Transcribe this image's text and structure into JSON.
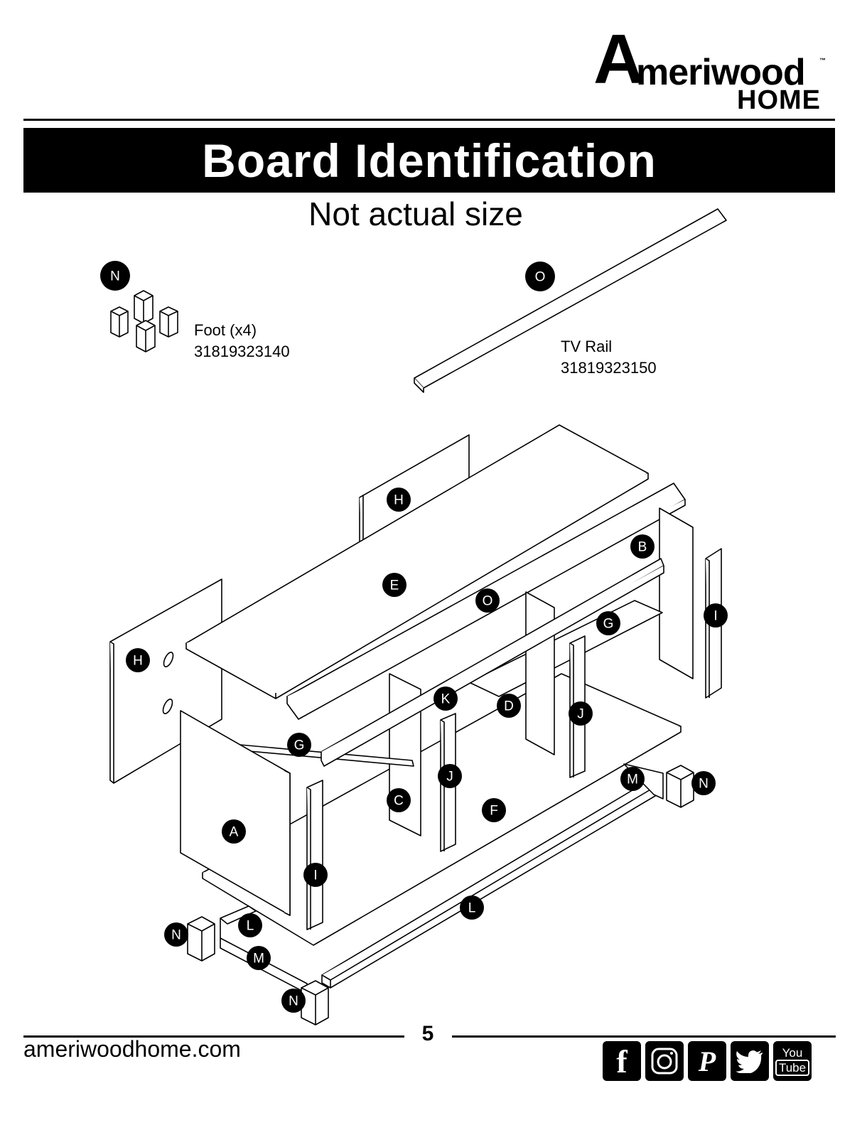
{
  "brand": {
    "initial": "A",
    "name": "meriwood",
    "tm": "™",
    "sub": "HOME"
  },
  "header": {
    "title": "Board Identification",
    "subtitle": "Not actual size"
  },
  "parts": [
    {
      "id": "N",
      "name": "Foot (x4)",
      "number": "31819323140"
    },
    {
      "id": "O",
      "name": "TV Rail",
      "number": "31819323150"
    }
  ],
  "callouts": {
    "A": "A",
    "B": "B",
    "C": "C",
    "D": "D",
    "E": "E",
    "F": "F",
    "G": "G",
    "H": "H",
    "I": "I",
    "J": "J",
    "K": "K",
    "L": "L",
    "M": "M",
    "N": "N",
    "O": "O"
  },
  "footer": {
    "page": "5",
    "url": "ameriwoodhome.com"
  },
  "social": {
    "icons": [
      "facebook-icon",
      "instagram-icon",
      "pinterest-icon",
      "twitter-icon",
      "youtube-icon"
    ],
    "facebook": "f",
    "pinterest": "P",
    "youtube_top": "You",
    "youtube_bottom": "Tube"
  }
}
